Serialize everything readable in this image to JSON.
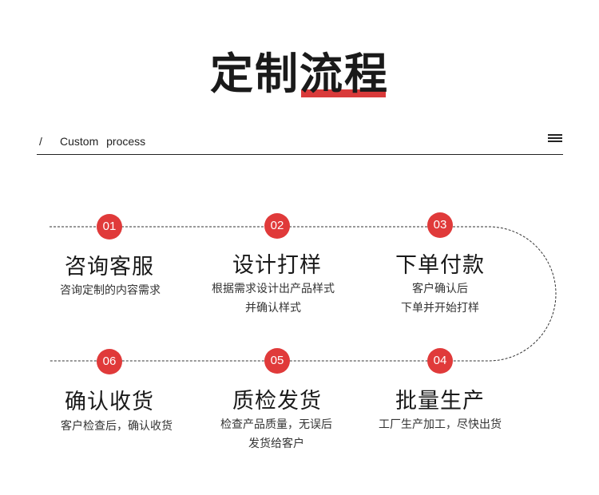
{
  "header": {
    "title": "定制流程",
    "slash": "/",
    "subtitle": "Custom process",
    "menu_icon": "hamburger-menu-icon",
    "accent_color": "#e03a3a"
  },
  "steps": [
    {
      "num": "01",
      "title": "咨询客服",
      "desc": [
        "咨询定制的内容需求"
      ]
    },
    {
      "num": "02",
      "title": "设计打样",
      "desc": [
        "根据需求设计出产品样式",
        "并确认样式"
      ]
    },
    {
      "num": "03",
      "title": "下单付款",
      "desc": [
        "客户确认后",
        "下单并开始打样"
      ]
    },
    {
      "num": "04",
      "title": "批量生产",
      "desc": [
        "工厂生产加工，尽快出货"
      ]
    },
    {
      "num": "05",
      "title": "质检发货",
      "desc": [
        "检查产品质量，无误后",
        "发货给客户"
      ]
    },
    {
      "num": "06",
      "title": "确认收货",
      "desc": [
        "客户检查后，确认收货"
      ]
    }
  ]
}
